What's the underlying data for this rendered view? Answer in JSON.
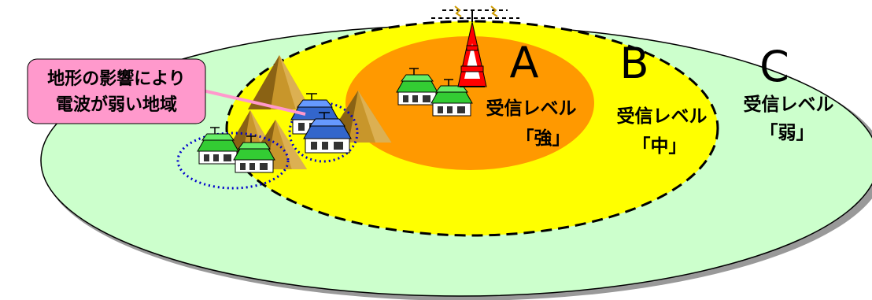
{
  "diagram": {
    "zones": [
      {
        "letter": "A",
        "label": "受信レベル",
        "level": "「強」",
        "color": "#ff9900"
      },
      {
        "letter": "B",
        "label": "受信レベル",
        "level": "「中」",
        "color": "#ffff00"
      },
      {
        "letter": "C",
        "label": "受信レベル",
        "level": "「弱」",
        "color": "#ccffcc"
      }
    ],
    "callout": {
      "line1": "地形の影響により",
      "line2": "電波が弱い地域",
      "color": "#ff99cc"
    },
    "colors": {
      "tower": "#ff0000",
      "mountain": "#c8962b",
      "house_roof_green": "#33cc33",
      "house_roof_blue": "#3366cc",
      "weak_area_ring": "#0000cc",
      "outline": "#000000"
    }
  }
}
